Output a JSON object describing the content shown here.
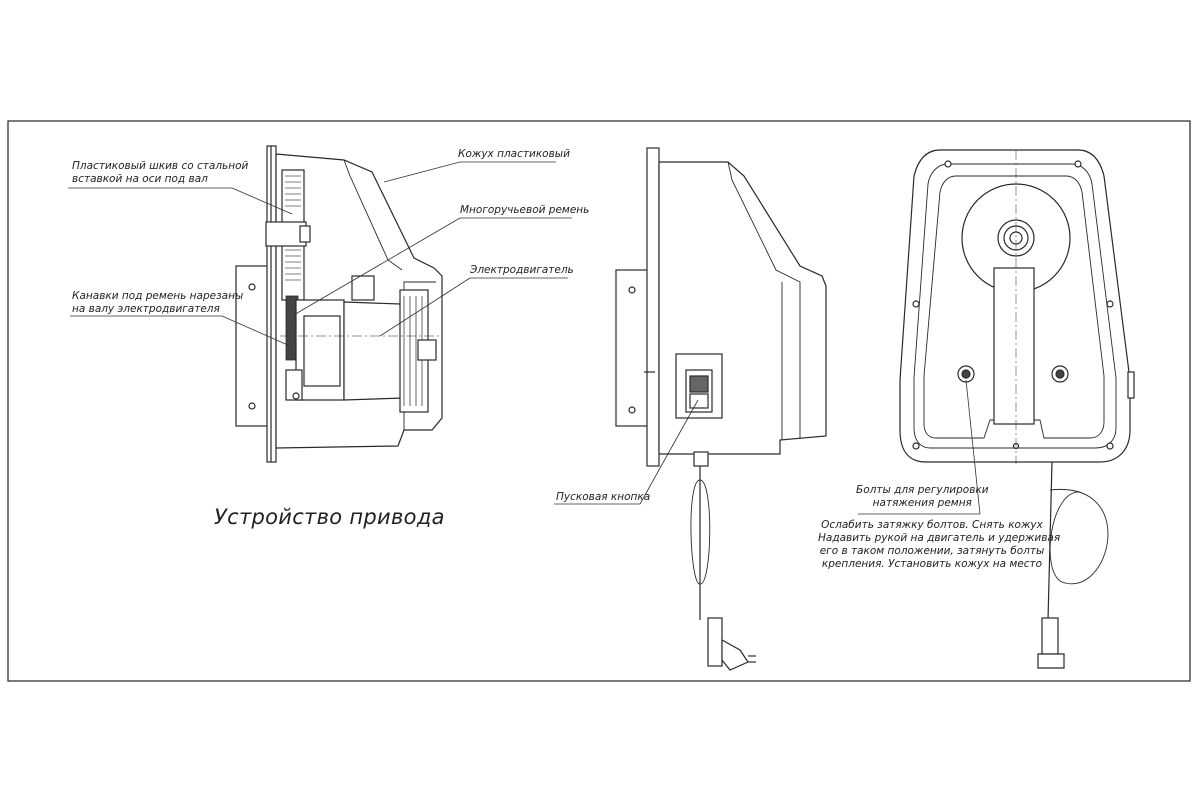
{
  "labels": {
    "pulley": [
      "Пластиковый шкив со стальной",
      "вставкой на оси под вал"
    ],
    "cover": "Кожух пластиковый",
    "belt": "Многоручьевой ремень",
    "motor": "Электродвигатель",
    "grooves": [
      "Канавки под ремень нарезаны",
      "на валу электродвигателя"
    ],
    "button": "Пусковая кнопка",
    "bolts": [
      "Болты для регулировки",
      "натяжения ремня"
    ],
    "instruction": [
      "Ослабить затяжку болтов. Снять кожух",
      "Надавить рукой на двигатель и удерживая",
      "его в таком положении, затянуть болты",
      "крепления. Установить кожух на место"
    ]
  },
  "title": "Устройство привода",
  "colors": {
    "line": "#2a2a2a",
    "thin": "#555555",
    "fill": "#ffffff"
  }
}
